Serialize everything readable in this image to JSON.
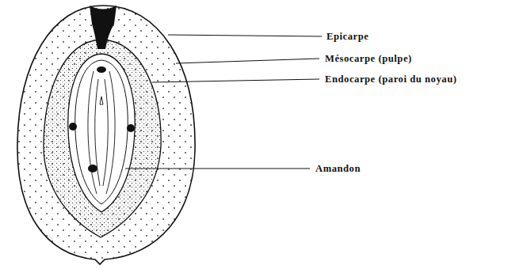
{
  "diagram": {
    "labels": [
      "Epicarpe",
      "Mésocarpe (pulpe)",
      "Endocarpe (paroi du noyau)",
      "Amandon"
    ]
  }
}
